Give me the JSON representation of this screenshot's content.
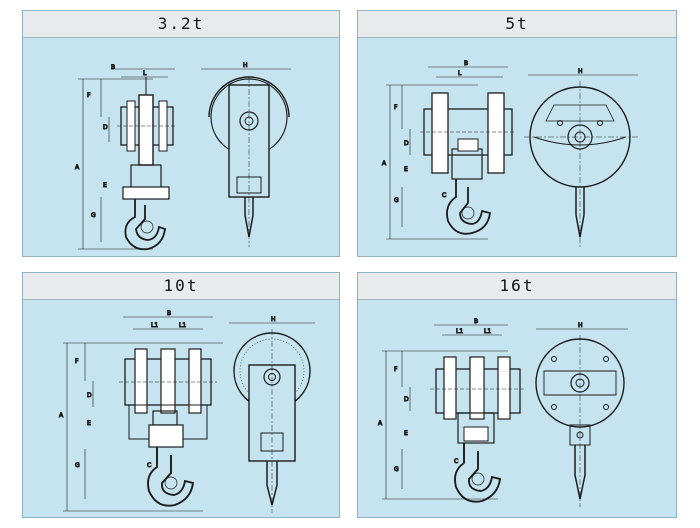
{
  "panels": [
    {
      "title": "3.2t",
      "labels": {
        "A": "A",
        "B": "B",
        "L": "L",
        "F": "F",
        "D": "D",
        "E": "E",
        "G": "G",
        "H": "H"
      }
    },
    {
      "title": "5t",
      "labels": {
        "A": "A",
        "B": "B",
        "L": "L",
        "F": "F",
        "D": "D",
        "E": "E",
        "G": "G",
        "H": "H",
        "C": "C"
      }
    },
    {
      "title": "10t",
      "labels": {
        "A": "A",
        "B": "B",
        "L1a": "L1",
        "L1b": "L1",
        "F": "F",
        "D": "D",
        "E": "E",
        "G": "G",
        "H": "H",
        "C": "C"
      }
    },
    {
      "title": "16t",
      "labels": {
        "A": "A",
        "B": "B",
        "L1a": "L1",
        "L1b": "L1",
        "F": "F",
        "D": "D",
        "E": "E",
        "G": "G",
        "H": "H",
        "C": "C"
      }
    }
  ],
  "colors": {
    "panel_bg": "#c5e4f0",
    "header_bg": "#e8ebec",
    "line": "#1c1c1c"
  }
}
